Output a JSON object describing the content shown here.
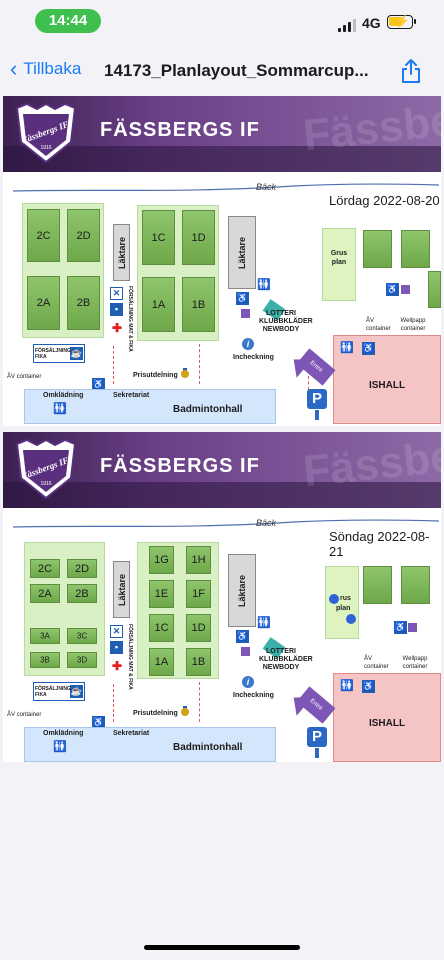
{
  "status": {
    "time": "14:44",
    "network": "4G"
  },
  "nav": {
    "back_label": "Tillbaka",
    "title": "14173_Planlayout_Sommarcup..."
  },
  "header": {
    "club_name": "FÄSSBERGS IF",
    "crest_name": "Fässbergs IF",
    "crest_year": "1916"
  },
  "map": {
    "creek": "Bäck",
    "lakt": "Läktare",
    "sales": "FÖRSÄLJNING MAT & FIKA",
    "grus": "Grus plan",
    "grus_split": "rus",
    "grus_split2": "plan",
    "lottery": "LOTTERI KLUBBKLÄDER NEWBODY",
    "incheckning": "Incheckning",
    "prisutdelning": "Prisutdelning",
    "forsaljning_fika": "FÖRSÄLJNING FIKA",
    "av_container": "ÅV container",
    "wellpapp": "Wellpapp container",
    "omkladning": "Omklädning",
    "sekretariat": "Sekretariat",
    "badmintonhall": "Badmintonhall",
    "ishall": "ISHALL",
    "entre": "Entré",
    "parking": "P"
  },
  "day1": {
    "date": "Lördag 2022-08-20",
    "fields_left": [
      "2C",
      "2D",
      "2A",
      "2B"
    ],
    "fields_right": [
      "1C",
      "1D",
      "1A",
      "1B"
    ]
  },
  "day2": {
    "date": "Söndag 2022-08-21",
    "fields_left_big": [
      "2C",
      "2D",
      "2A",
      "2B"
    ],
    "fields_left_small": [
      "3A",
      "3C",
      "3B",
      "3D"
    ],
    "fields_right": [
      "1G",
      "1H",
      "1E",
      "1F",
      "1C",
      "1D",
      "1A",
      "1B"
    ]
  }
}
